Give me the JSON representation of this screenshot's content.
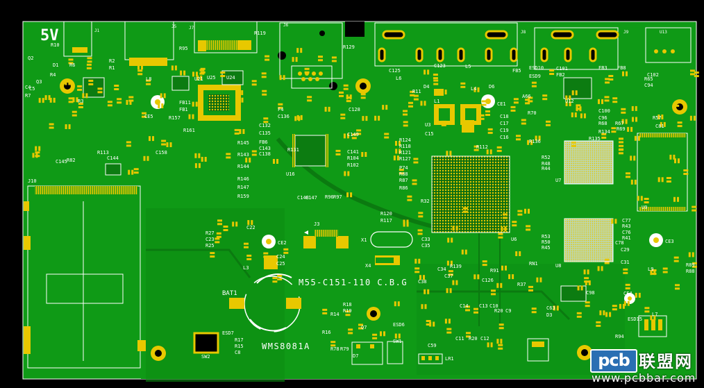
{
  "board": {
    "voltage_label": "5V",
    "part_number": "M55-C151-110 C.B.G",
    "wifi_module": "WMS8081A",
    "battery_label": "BAT1"
  },
  "labels": {
    "r10": "R10",
    "d1": "D1",
    "r6": "R6",
    "r2": "R2",
    "r1": "R1",
    "j1": "J1",
    "j5": "J5",
    "j7": "J7",
    "r95": "R95",
    "r119": "R119",
    "j6": "J6",
    "r129": "R129",
    "j8": "J8",
    "j9": "J9",
    "j10": "J10",
    "j3": "J3",
    "x1": "X1",
    "x4": "X4",
    "u3": "U3",
    "u6": "U6",
    "u7": "U7",
    "u8": "U8",
    "u9": "U9",
    "u12": "U12",
    "u13": "U13",
    "u16": "U16",
    "u21": "U21",
    "u24": "U24",
    "u25": "U25",
    "ce1": "CE1",
    "ce2": "CE2",
    "ce3": "CE3",
    "ce4": "CE4",
    "ce5": "CE5",
    "l1": "L1",
    "l3": "L3",
    "l4": "L4",
    "l5": "L5",
    "l6": "L6",
    "l7": "L7",
    "l8": "L8",
    "l9": "L9",
    "c125": "C125",
    "c123": "C123",
    "r11": "R11",
    "r112": "R112",
    "r120": "R120",
    "r117": "R117",
    "c18": "C18",
    "c17": "C17",
    "c19": "C19",
    "c16": "C16",
    "c15": "C15",
    "c149": "C149",
    "c141": "C141",
    "r104": "R104",
    "r102": "R102",
    "r124": "R124",
    "r118": "R118",
    "r121": "R121",
    "r127": "R127",
    "p74": "P74",
    "r88": "R88",
    "r87": "R87",
    "r86": "R86",
    "c33": "C33",
    "c35": "C35",
    "c38": "C38",
    "c34": "C34",
    "c37": "C37",
    "r139": "R139",
    "c22": "C22",
    "r27": "R27",
    "c23": "C23",
    "r25": "R25",
    "c24": "C24",
    "c25": "C25",
    "c14": "C14",
    "c13": "C13",
    "c10": "C10",
    "c9": "C9",
    "c11": "C11",
    "r20": "R20",
    "c12": "C12",
    "c29": "C29",
    "c31": "C31",
    "esd7": "ESD7",
    "r17": "R17",
    "r15": "R15",
    "c8": "C8",
    "sw2": "SW2",
    "r18": "R18",
    "r19": "R19",
    "r14": "R14",
    "q7": "Q7",
    "d7": "D7",
    "r16": "R16",
    "r78": "R78",
    "r79": "R79",
    "esd6": "ESD6",
    "sw1": "SW1",
    "c59": "C59",
    "lr1": "LR1",
    "r94": "R94",
    "esd15": "ESD15",
    "r65": "R65",
    "c94": "C94",
    "c102": "C102",
    "c101": "C101",
    "fb2": "FB2",
    "esd9": "ESD9",
    "fb3": "FB3",
    "fb8": "FB8",
    "esd10": "ESD10",
    "d6": "D6",
    "d4": "D4",
    "fb5": "FB5",
    "a66": "A66",
    "r70": "R70",
    "r135": "R135",
    "r134": "R134",
    "r136": "R136",
    "r52": "R52",
    "r48": "R48",
    "r44": "R44",
    "r53": "R53",
    "r50": "R50",
    "r45": "R45",
    "r37": "R37",
    "rn1": "RN1",
    "c63": "C63",
    "d3": "D3",
    "c100": "C100",
    "c96": "C96",
    "c98": "C98",
    "r68": "R68",
    "r69": "R69",
    "r67": "R67",
    "r57": "R57",
    "c81": "C81",
    "c77": "C77",
    "r43": "R43",
    "c76": "C76",
    "c78": "C78",
    "r41": "R41",
    "r89": "R89",
    "r88b": "R88",
    "c145": "C145",
    "r82": "R82",
    "c144": "C144",
    "r113": "R113",
    "c4": "C4",
    "r3": "R3",
    "c5": "C5",
    "r7": "R7",
    "q2": "Q2",
    "q3": "Q3",
    "r4": "R4",
    "r145": "R145",
    "r131": "R131",
    "r143": "R143",
    "r144": "R144",
    "r146": "R146",
    "r147": "R147",
    "r159": "R159",
    "c132": "C132",
    "c135": "C135",
    "fb6": "FB6",
    "c143": "C143",
    "c138": "C138",
    "f4": "F4",
    "c136": "C136",
    "c158": "C158",
    "r157": "R157",
    "fb1": "FB1",
    "fb11": "FB11",
    "r161": "R161",
    "c148": "C148",
    "c147": "C147",
    "r96": "R96",
    "r97": "R97",
    "r32": "R32",
    "r91": "R91",
    "c126": "C126",
    "c128": "C128",
    "r20b": "R20"
  },
  "watermark": {
    "logo": "pcb",
    "cn": "联盟网",
    "url": "www.pcbbar.com"
  },
  "colors": {
    "board": "#0f9a16",
    "board_dark": "#0a7a10",
    "copper": "#e8c800",
    "silk": "#ffffff",
    "chip": "#0c5c0f",
    "background": "#000000"
  }
}
